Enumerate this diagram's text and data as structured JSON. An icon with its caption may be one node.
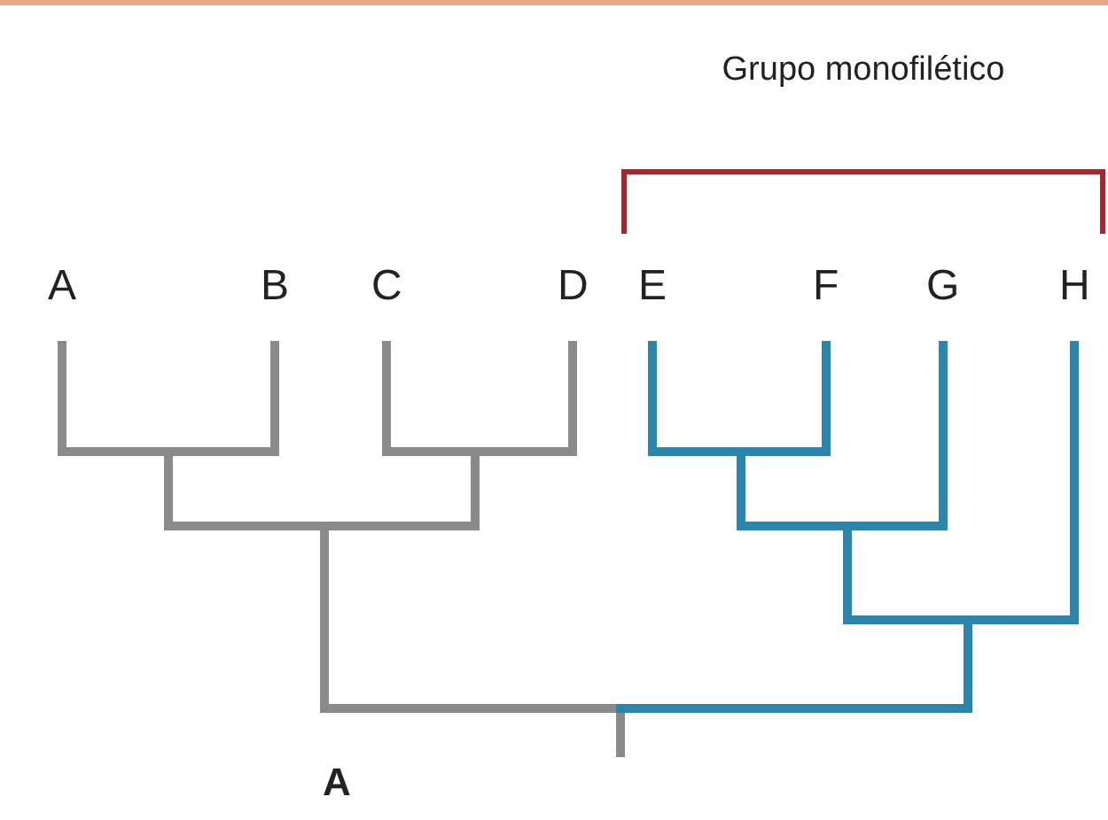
{
  "diagram": {
    "labels": [
      "Grupo monofilético",
      "A",
      "B",
      "C",
      "D",
      "E",
      "F",
      "G",
      "H",
      "A"
    ]
  }
}
